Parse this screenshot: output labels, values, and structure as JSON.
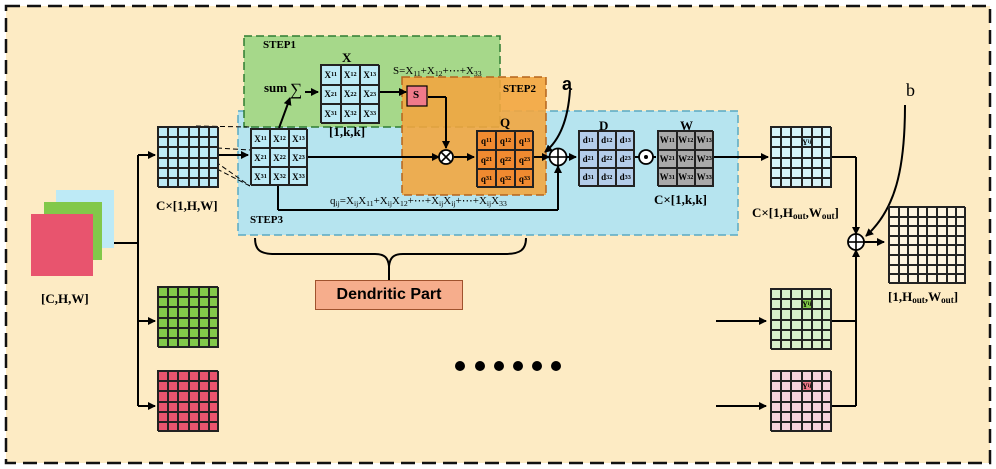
{
  "labels": {
    "step1": "STEP1",
    "step2": "STEP2",
    "step3": "STEP3",
    "sum": "sum",
    "sigma": "∑",
    "x_title": "X",
    "s_formula": "S=X11+X12+⋯+X33",
    "s_box": "S",
    "a_label": "a",
    "b_label": "b",
    "q_title": "Q",
    "d_title": "D",
    "w_title": "W",
    "x_dims": "[1,k,k]",
    "q_formula": "qij=XijX11+XijX12+⋯+XijXij+⋯+XijX33",
    "input_label": "[C,H,W]",
    "c1hw_label": "C×[1,H,W]",
    "c1kk_label": "C×[1,k,k]",
    "chout_label": "C×[1,Hout,Wout]",
    "out_label": "[1,Hout,Wout]",
    "dendritic": "Dendritic Part",
    "dots": "• • • • • •",
    "yij": "Yij"
  },
  "matrices": {
    "small_x": [
      [
        "X11",
        "X12",
        "X13"
      ],
      [
        "X21",
        "X22",
        "X23"
      ],
      [
        "X31",
        "X32",
        "X33"
      ]
    ],
    "x": [
      [
        "X11",
        "X12",
        "X13"
      ],
      [
        "X21",
        "X22",
        "X23"
      ],
      [
        "X31",
        "X32",
        "X33"
      ]
    ],
    "q": [
      [
        "q11",
        "q12",
        "q13"
      ],
      [
        "q21",
        "q22",
        "q23"
      ],
      [
        "q31",
        "q32",
        "q33"
      ]
    ],
    "d": [
      [
        "d11",
        "d12",
        "d13"
      ],
      [
        "d21",
        "d22",
        "d23"
      ],
      [
        "d31",
        "d32",
        "d33"
      ]
    ],
    "w": [
      [
        "W11",
        "W12",
        "W13"
      ],
      [
        "W21",
        "W22",
        "W23"
      ],
      [
        "W31",
        "W32",
        "W33"
      ]
    ]
  },
  "colors": {
    "background": "#fdebc4",
    "step1": "#a6d88a",
    "step2": "#f2a640",
    "step3": "#b6e4ef",
    "cyan": "#bdeaf6",
    "green": "#82c84a",
    "red": "#e8546e",
    "q_fill": "#f08a30",
    "d_fill": "#b4cdea",
    "w_fill": "#a9a9a9",
    "y_light": "#d6f3f8",
    "y_green": "#d8efcc",
    "y_pink": "#f6d2dc",
    "out_fill": "#fdf3df",
    "s_fill": "#f07a8a",
    "dendritic_fill": "#f6ad8c"
  },
  "icons": [
    "otimes-icon",
    "oplus-icon",
    "odot-icon",
    "sigma-icon"
  ]
}
